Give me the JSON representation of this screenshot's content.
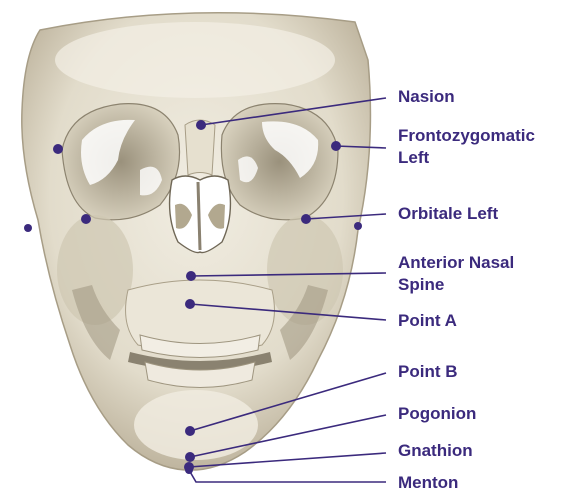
{
  "diagram": {
    "colors": {
      "bone": "#e9e4d6",
      "bone_shadow": "#b7ae98",
      "bone_dark": "#7d7564",
      "cavity": "#ffffff",
      "accent": "#3b2a7d"
    },
    "landmarks": [
      {
        "id": "nasion",
        "label_lines": [
          "Nasion"
        ]
      },
      {
        "id": "frontozygomatic-left",
        "label_lines": [
          "Frontozygomatic",
          "Left"
        ]
      },
      {
        "id": "orbitale-left",
        "label_lines": [
          "Orbitale Left"
        ]
      },
      {
        "id": "anterior-nasal-spine",
        "label_lines": [
          "Anterior Nasal",
          "Spine"
        ]
      },
      {
        "id": "point-a",
        "label_lines": [
          "Point A"
        ]
      },
      {
        "id": "point-b",
        "label_lines": [
          "Point B"
        ]
      },
      {
        "id": "pogonion",
        "label_lines": [
          "Pogonion"
        ]
      },
      {
        "id": "gnathion",
        "label_lines": [
          "Gnathion"
        ]
      },
      {
        "id": "menton",
        "label_lines": [
          "Menton"
        ]
      }
    ]
  }
}
